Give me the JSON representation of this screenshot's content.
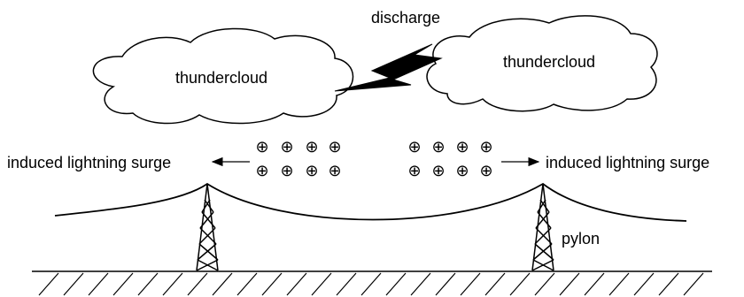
{
  "labels": {
    "discharge": "discharge",
    "cloud_left": "thundercloud",
    "cloud_right": "thundercloud",
    "surge_left": "induced lightning surge",
    "surge_right": "induced lightning surge",
    "pylon": "pylon"
  },
  "charges": {
    "symbol": "⊕",
    "left_group": {
      "rows": 2,
      "cols": 4
    },
    "right_group": {
      "rows": 2,
      "cols": 4
    }
  },
  "icons": {
    "lightning": "lightning-bolt-icon",
    "arrow_left": "arrow-left-icon",
    "arrow_right": "arrow-right-icon"
  },
  "colors": {
    "ink": "#000000",
    "background": "#ffffff"
  }
}
